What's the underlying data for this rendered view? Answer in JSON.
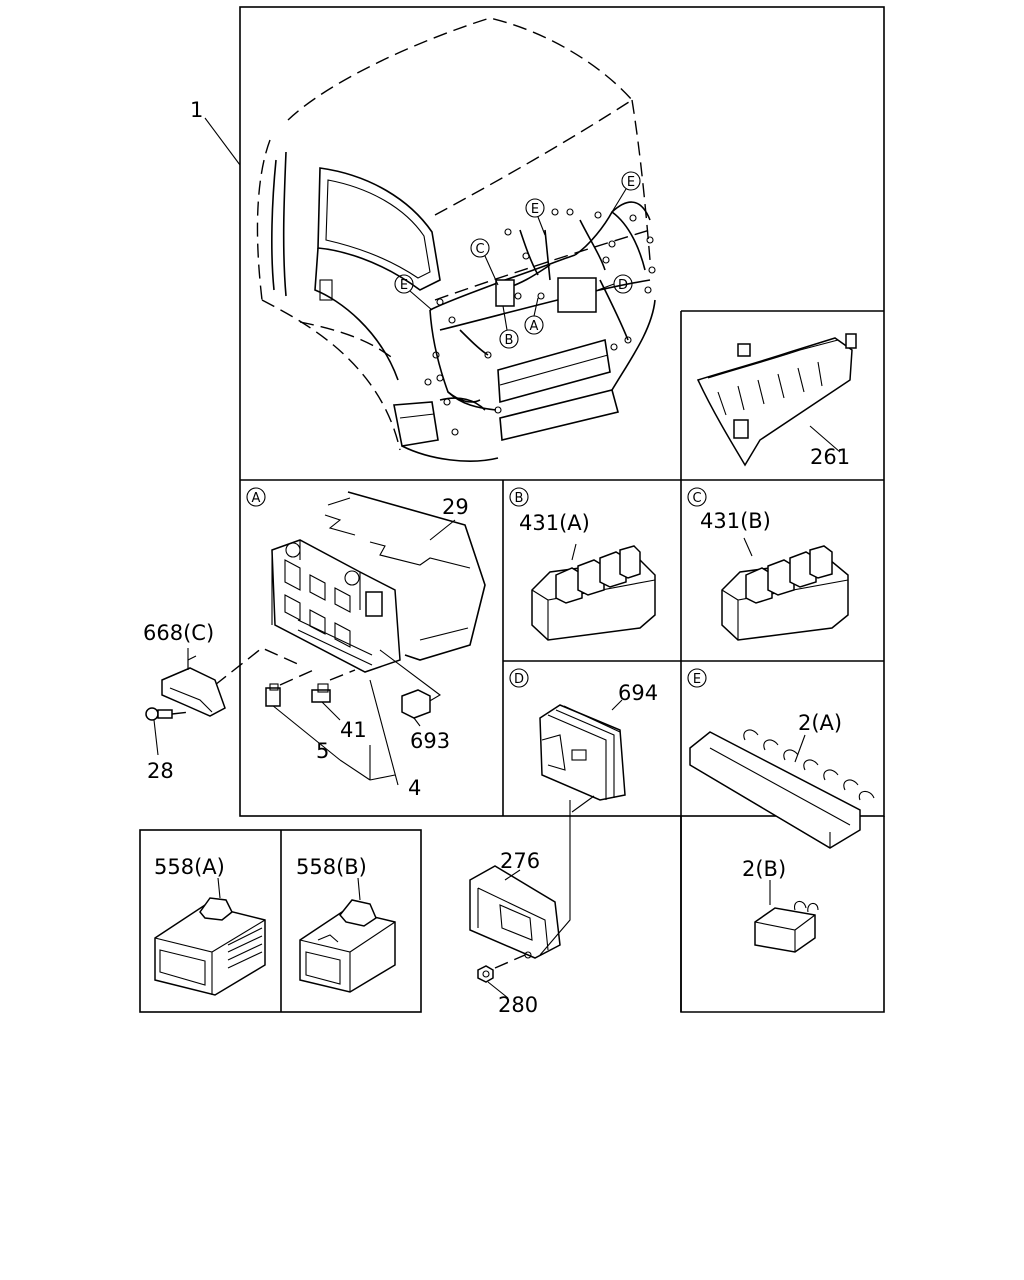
{
  "callouts": {
    "c1": "1",
    "c261": "261",
    "c29": "29",
    "c431a": "431(A)",
    "c431b": "431(B)",
    "c668c": "668(C)",
    "c28": "28",
    "c41": "41",
    "c5": "5",
    "c693": "693",
    "c4": "4",
    "c694": "694",
    "c2a": "2(A)",
    "c2b": "2(B)",
    "c558a": "558(A)",
    "c558b": "558(B)",
    "c276": "276",
    "c280": "280"
  },
  "section_markers": {
    "a": "A",
    "b": "B",
    "c": "C",
    "d": "D",
    "e": "E"
  }
}
